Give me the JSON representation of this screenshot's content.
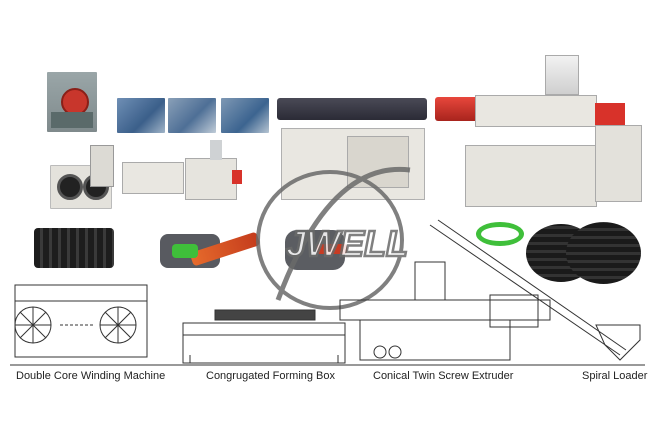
{
  "logo": {
    "text": "JWELL"
  },
  "labels": {
    "winding": "Double Core Winding Machine",
    "forming": "Congrugated Forming  Box",
    "extruder": "Conical Twin Screw Extruder",
    "loader": "Spiral Loader"
  },
  "colors": {
    "line_drawing": "#333333",
    "machine_body": "#e8e6e0",
    "reel_red": "#c8362c",
    "hopper_red": "#d8322a",
    "pipe_black": "#1b1b1b",
    "tube_green": "#3fbf3a",
    "logo_gray": "#6a6a6a"
  },
  "icons": [
    "winding-machine-photo",
    "production-line-photo",
    "corrugated-machine-photo",
    "extruder-machine-photo",
    "pipe-photo",
    "screw-cutaway-photo",
    "jwell-logo"
  ]
}
